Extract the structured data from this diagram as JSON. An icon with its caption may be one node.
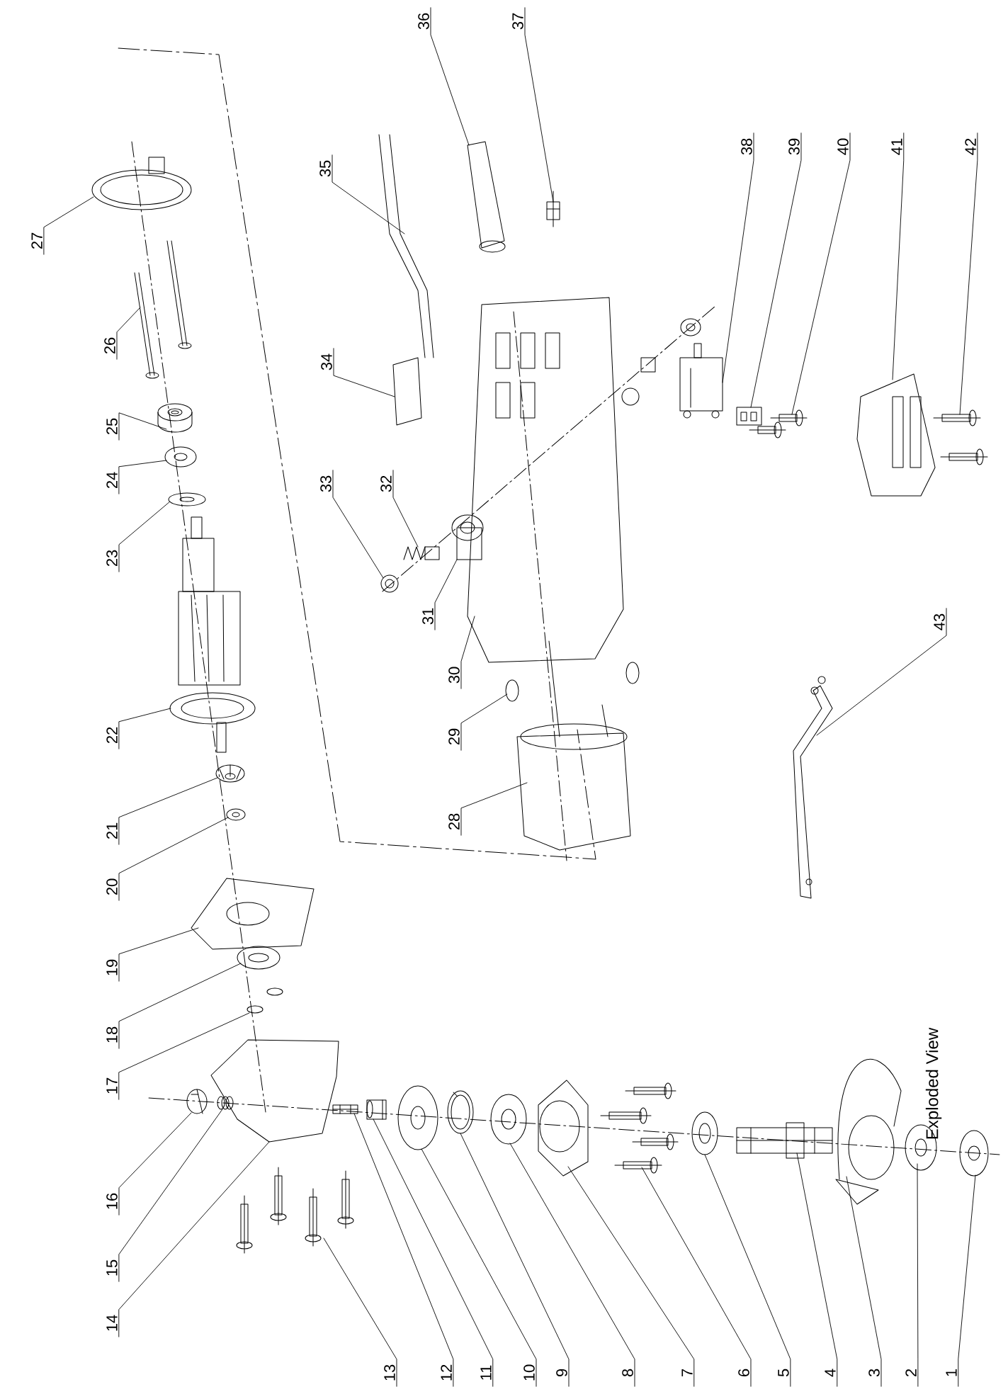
{
  "diagram": {
    "title": "Exploded View",
    "nodes": [
      {
        "text": [
          "1"
        ]
      },
      {
        "text": [
          "2"
        ]
      },
      {
        "text": [
          "3"
        ]
      },
      {
        "text": [
          "4"
        ]
      },
      {
        "text": [
          "5"
        ]
      },
      {
        "text": [
          "6"
        ]
      },
      {
        "text": [
          "7"
        ]
      },
      {
        "text": [
          "8"
        ]
      },
      {
        "text": [
          "9"
        ]
      },
      {
        "text": [
          "10"
        ]
      },
      {
        "text": [
          "11"
        ]
      },
      {
        "text": [
          "12"
        ]
      },
      {
        "text": [
          "13"
        ]
      },
      {
        "text": [
          "14"
        ]
      },
      {
        "text": [
          "15"
        ]
      },
      {
        "text": [
          "16"
        ]
      },
      {
        "text": [
          "17"
        ]
      },
      {
        "text": [
          "18"
        ]
      },
      {
        "text": [
          "19"
        ]
      },
      {
        "text": [
          "20"
        ]
      },
      {
        "text": [
          "21"
        ]
      },
      {
        "text": [
          "22"
        ]
      },
      {
        "text": [
          "23"
        ]
      },
      {
        "text": [
          "24"
        ]
      },
      {
        "text": [
          "25"
        ]
      },
      {
        "text": [
          "26"
        ]
      },
      {
        "text": [
          "27"
        ]
      },
      {
        "text": [
          "28"
        ]
      },
      {
        "text": [
          "29"
        ]
      },
      {
        "text": [
          "30"
        ]
      },
      {
        "text": [
          "31"
        ]
      },
      {
        "text": [
          "32"
        ]
      },
      {
        "text": [
          "33"
        ]
      },
      {
        "text": [
          "34"
        ]
      },
      {
        "text": [
          "35"
        ]
      },
      {
        "text": [
          "36"
        ]
      },
      {
        "text": [
          "37"
        ]
      },
      {
        "text": [
          "38"
        ]
      },
      {
        "text": [
          "39"
        ]
      },
      {
        "text": [
          "40"
        ]
      },
      {
        "text": [
          "41"
        ]
      },
      {
        "text": [
          "42"
        ]
      },
      {
        "text": [
          "43"
        ]
      },
      {
        "text": [],
        "shape": "picture"
      },
      {
        "text": [],
        "shape": "picture"
      },
      {
        "text": [],
        "shape": "picture"
      },
      {
        "text": [],
        "shape": "picture"
      },
      {
        "text": [],
        "shape": "picture"
      },
      {
        "text": [],
        "shape": "picture"
      },
      {
        "text": [],
        "shape": "picture"
      },
      {
        "text": [],
        "shape": "picture"
      },
      {
        "text": [],
        "shape": "picture"
      },
      {
        "text": [],
        "shape": "picture"
      },
      {
        "text": [],
        "shape": "picture"
      },
      {
        "text": [],
        "shape": "picture"
      },
      {
        "text": [],
        "shape": "picture"
      },
      {
        "text": [],
        "shape": "picture"
      },
      {
        "text": [],
        "shape": "picture"
      },
      {
        "text": [],
        "shape": "picture"
      },
      {
        "text": [],
        "shape": "picture"
      },
      {
        "text": [],
        "shape": "picture"
      },
      {
        "text": [],
        "shape": "picture"
      },
      {
        "text": [],
        "shape": "picture"
      },
      {
        "text": [],
        "shape": "picture"
      },
      {
        "text": [],
        "shape": "picture"
      },
      {
        "text": [],
        "shape": "picture"
      },
      {
        "text": [],
        "shape": "picture"
      },
      {
        "text": [],
        "shape": "picture"
      },
      {
        "text": [],
        "shape": "picture"
      },
      {
        "text": [],
        "shape": "picture"
      },
      {
        "text": [],
        "shape": "picture"
      },
      {
        "text": [],
        "shape": "picture"
      },
      {
        "text": [],
        "shape": "picture"
      },
      {
        "text": [],
        "shape": "picture"
      },
      {
        "text": [],
        "shape": "picture"
      },
      {
        "text": [],
        "shape": "picture"
      },
      {
        "text": [],
        "shape": "picture"
      },
      {
        "text": [],
        "shape": "picture"
      },
      {
        "text": [],
        "shape": "picture"
      },
      {
        "text": [],
        "shape": "picture"
      },
      {
        "text": [],
        "shape": "picture"
      },
      {
        "text": [],
        "shape": "picture"
      },
      {
        "text": [],
        "shape": "picture"
      },
      {
        "text": [],
        "shape": "picture"
      },
      {
        "text": [],
        "shape": "picture"
      },
      {
        "text": [],
        "shape": "picture"
      }
    ],
    "edges": [
      {
        "from": 0,
        "to": 43,
        "arrow": "none"
      },
      {
        "from": 1,
        "to": 44,
        "arrow": "none"
      },
      {
        "from": 2,
        "to": 45,
        "arrow": "none"
      },
      {
        "from": 3,
        "to": 46,
        "arrow": "none"
      },
      {
        "from": 4,
        "to": 47,
        "arrow": "none"
      },
      {
        "from": 5,
        "to": 48,
        "arrow": "none"
      },
      {
        "from": 6,
        "to": 49,
        "arrow": "none"
      },
      {
        "from": 7,
        "to": 50,
        "arrow": "none"
      },
      {
        "from": 8,
        "to": 51,
        "arrow": "none"
      },
      {
        "from": 9,
        "to": 52,
        "arrow": "none"
      },
      {
        "from": 10,
        "to": 53,
        "arrow": "none"
      },
      {
        "from": 11,
        "to": 54,
        "arrow": "none"
      },
      {
        "from": 12,
        "to": 55,
        "arrow": "none"
      },
      {
        "from": 13,
        "to": 56,
        "arrow": "none"
      },
      {
        "from": 14,
        "to": 57,
        "arrow": "none"
      },
      {
        "from": 15,
        "to": 58,
        "arrow": "none"
      },
      {
        "from": 16,
        "to": 59,
        "arrow": "none"
      },
      {
        "from": 17,
        "to": 60,
        "arrow": "none"
      },
      {
        "from": 18,
        "to": 61,
        "arrow": "none"
      },
      {
        "from": 19,
        "to": 62,
        "arrow": "none"
      },
      {
        "from": 20,
        "to": 63,
        "arrow": "none"
      },
      {
        "from": 21,
        "to": 64,
        "arrow": "none"
      },
      {
        "from": 22,
        "to": 65,
        "arrow": "none"
      },
      {
        "from": 23,
        "to": 66,
        "arrow": "none"
      },
      {
        "from": 24,
        "to": 67,
        "arrow": "none"
      },
      {
        "from": 25,
        "to": 68,
        "arrow": "none"
      },
      {
        "from": 26,
        "to": 69,
        "arrow": "none"
      },
      {
        "from": 27,
        "to": 70,
        "arrow": "none"
      },
      {
        "from": 28,
        "to": 71,
        "arrow": "none"
      },
      {
        "from": 29,
        "to": 72,
        "arrow": "none"
      },
      {
        "from": 30,
        "to": 73,
        "arrow": "none"
      },
      {
        "from": 31,
        "to": 74,
        "arrow": "none"
      },
      {
        "from": 32,
        "to": 75,
        "arrow": "none"
      },
      {
        "from": 33,
        "to": 76,
        "arrow": "none"
      },
      {
        "from": 34,
        "to": 77,
        "arrow": "none"
      },
      {
        "from": 35,
        "to": 78,
        "arrow": "none"
      },
      {
        "from": 36,
        "to": 79,
        "arrow": "none"
      },
      {
        "from": 37,
        "to": 80,
        "arrow": "none"
      },
      {
        "from": 38,
        "to": 81,
        "arrow": "none"
      },
      {
        "from": 39,
        "to": 82,
        "arrow": "none"
      },
      {
        "from": 40,
        "to": 83,
        "arrow": "none"
      },
      {
        "from": 41,
        "to": 84,
        "arrow": "none"
      },
      {
        "from": 42,
        "to": 85,
        "arrow": "none"
      }
    ]
  }
}
